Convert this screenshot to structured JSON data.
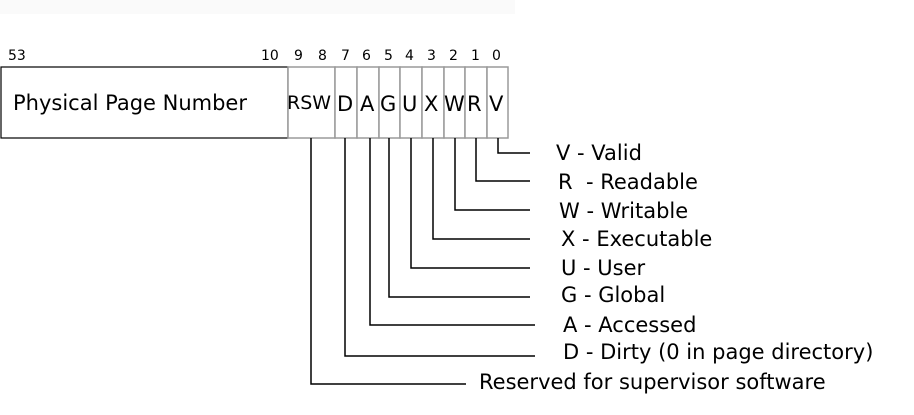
{
  "bit_numbers": {
    "b53": "53",
    "b10": "10",
    "b9": "9",
    "b8": "8",
    "b7": "7",
    "b6": "6",
    "b5": "5",
    "b4": "4",
    "b3": "3",
    "b2": "2",
    "b1": "1",
    "b0": "0"
  },
  "fields": {
    "ppn": "Physical Page Number",
    "rsw": "RSW",
    "d": "D",
    "a": "A",
    "g": "G",
    "u": "U",
    "x": "X",
    "w": "W",
    "r": "R",
    "v": "V"
  },
  "legend": {
    "v": "V - Valid",
    "r": "R  - Readable",
    "w": "W - Writable",
    "x": "X - Executable",
    "u": "U - User",
    "g": "G - Global",
    "a": "A - Accessed",
    "d": "D - Dirty (0 in page directory)",
    "rsw": "Reserved for supervisor software"
  },
  "colors": {
    "ppn_border": "#000000",
    "flag_border": "#9a9a9a",
    "leader_line": "#000000",
    "text": "#000000"
  }
}
